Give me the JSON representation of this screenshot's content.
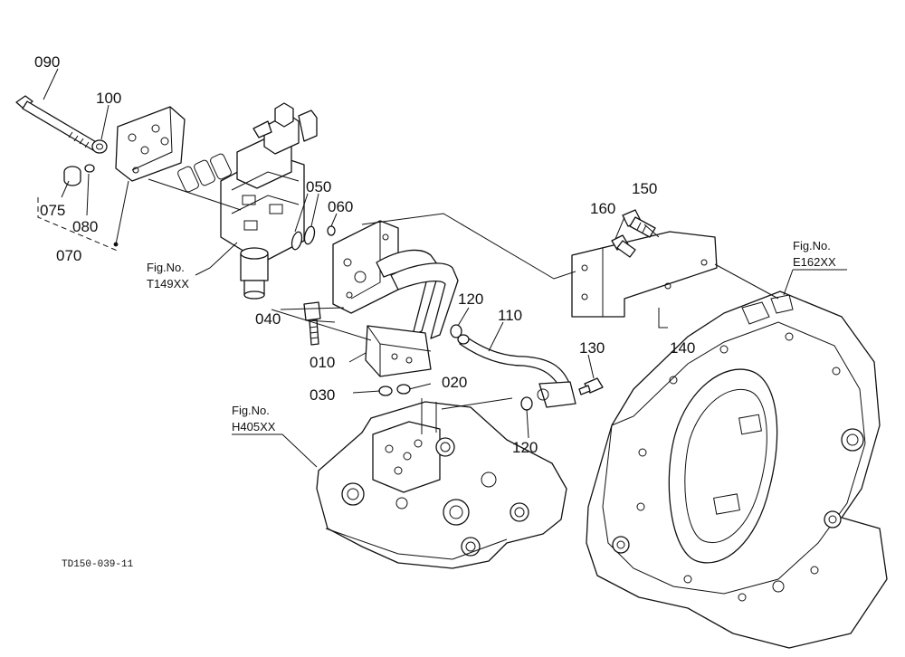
{
  "diagram": {
    "labels": {
      "p090": "090",
      "p100": "100",
      "p075": "075",
      "p080": "080",
      "p070": "070",
      "p050": "050",
      "p060": "060",
      "p160": "160",
      "p150": "150",
      "p120a": "120",
      "p110": "110",
      "p040": "040",
      "p010": "010",
      "p030": "030",
      "p020": "020",
      "p130": "130",
      "p120b": "120",
      "p140": "140"
    },
    "figure_refs": {
      "t149": {
        "line1": "Fig.No.",
        "line2": "T149XX"
      },
      "e162": {
        "line1": "Fig.No.",
        "line2": "E162XX"
      },
      "h405": {
        "line1": "Fig.No.",
        "line2": "H405XX"
      }
    },
    "drawing_code": "TD150-039-11"
  }
}
